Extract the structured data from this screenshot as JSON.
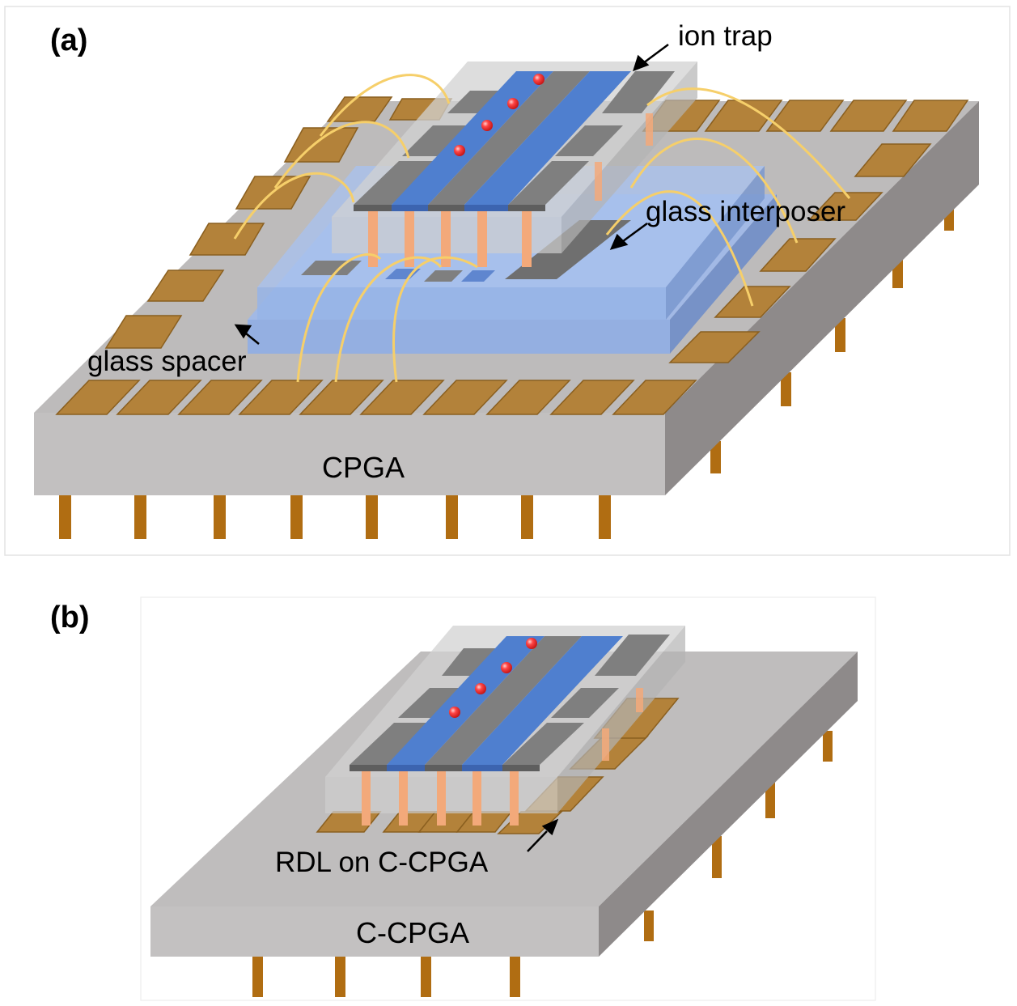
{
  "panel_a": {
    "panel_label": "(a)",
    "labels": {
      "ion_trap": "ion trap",
      "glass_interposer": "glass interposer",
      "glass_spacer": "glass spacer",
      "package": "CPGA"
    }
  },
  "panel_b": {
    "panel_label": "(b)",
    "labels": {
      "rdl": "RDL on C-CPGA",
      "package": "C-CPGA"
    }
  },
  "colors": {
    "package_top": "#bdbbbb",
    "package_front": "#bfbfbf",
    "package_side": "#8e8a8a",
    "pad": "#b3823a",
    "pad_edge": "#8a5f1f",
    "pin": "#b06d12",
    "electrode_gray": "#7f7f7f",
    "electrode_blue": "#4f7fcf",
    "glass_blue": "#8fb0e8",
    "wire": "#f6cf6a",
    "via": "#f3a97a",
    "ion": "#ff3030"
  }
}
